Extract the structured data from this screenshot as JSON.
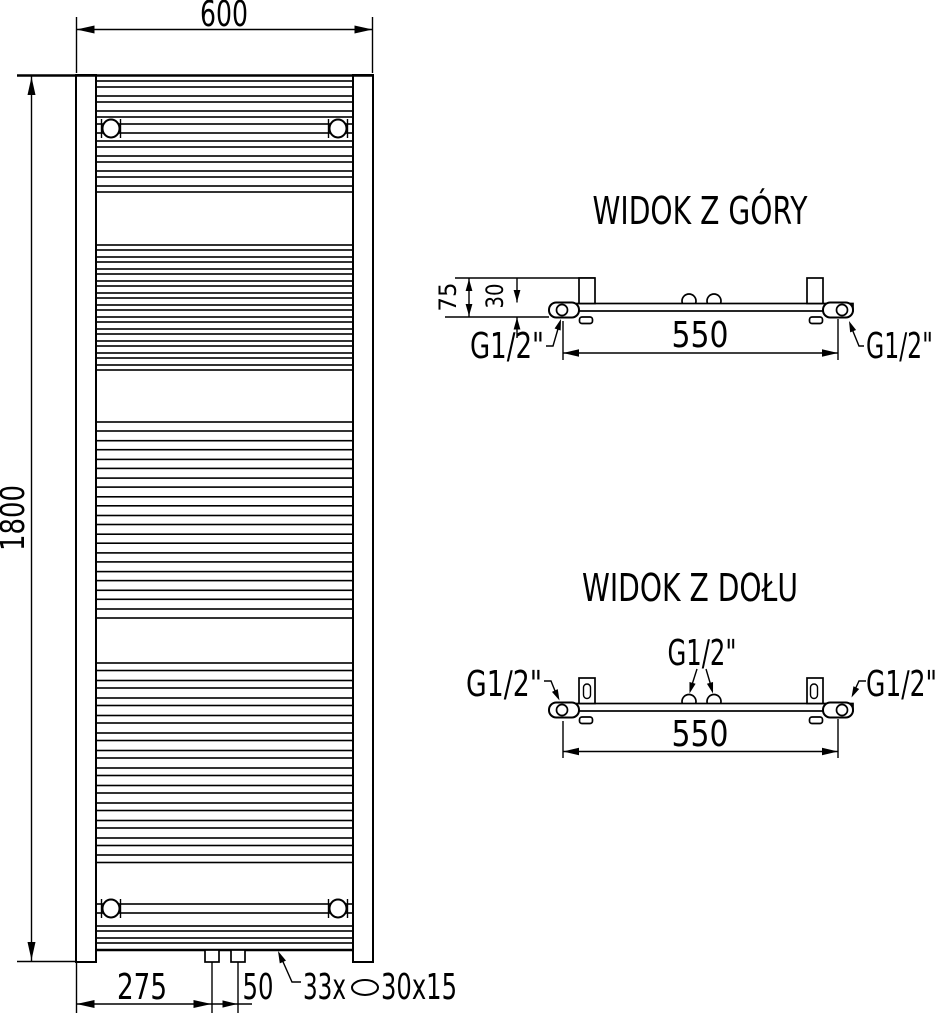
{
  "front_view": {
    "width_mm": "600",
    "height_mm": "1800",
    "pipe_offset_mm": "275",
    "pipe_spacing_mm": "50",
    "rung_count": "33x",
    "rung_profile": "30x15"
  },
  "top_view": {
    "title": "WIDOK Z GÓRY",
    "depth_mm": "75",
    "collector_mm": "30",
    "connection_spacing_mm": "550",
    "thread_left": "G1/2\"",
    "thread_right": "G1/2\""
  },
  "bottom_view": {
    "title": "WIDOK Z DOŁU",
    "connection_spacing_mm": "550",
    "thread_left": "G1/2\"",
    "thread_center": "G1/2\"",
    "thread_right": "G1/2\""
  }
}
